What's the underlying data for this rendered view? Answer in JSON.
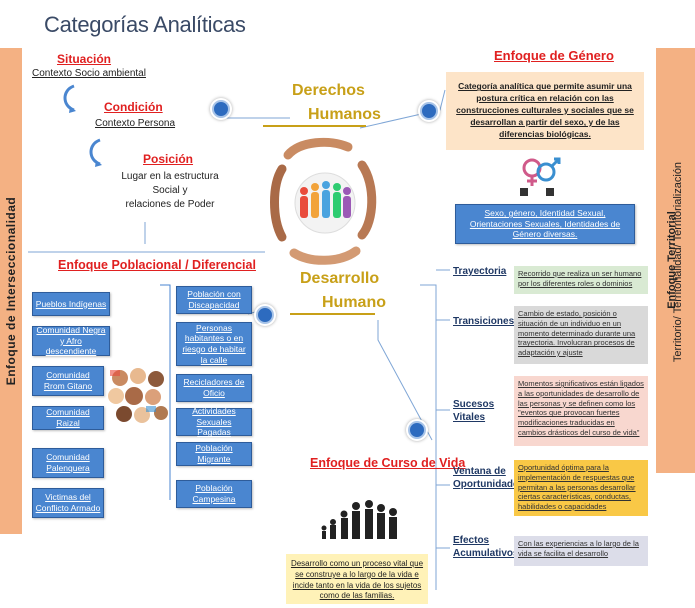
{
  "title": "Categorías Analíticas",
  "left_bar": "Enfoque de Interseccionalidad",
  "right_bar": {
    "line1": "Enfoque Territorial",
    "line2": "Territorio/ Territorialidad/ Territorialización"
  },
  "intersection": {
    "situacion": {
      "label": "Situación",
      "text": "Contexto Socio ambiental"
    },
    "condicion": {
      "label": "Condición",
      "text": "Contexto Persona"
    },
    "posicion": {
      "label": "Posición",
      "text_line1": "Lugar en la estructura Social y",
      "text_line2": "relaciones de Poder"
    }
  },
  "derechos": {
    "line1": "Derechos",
    "line2": "Humanos"
  },
  "desarrollo": {
    "line1": "Desarrollo",
    "line2": "Humano"
  },
  "genero": {
    "title": "Enfoque de Género",
    "description": "Categoría analítica que permite asumir una postura crítica en relación con las construcciones culturales y sociales que se desarrollan a partir del sexo, y de las diferencias biológicas.",
    "box": "Sexo, género, Identidad Sexual, Orientaciones Sexuales, Identidades de Género diversas."
  },
  "poblacional": {
    "title": "Enfoque Poblacional / Diferencial",
    "left_items": [
      "Pueblos Indígenas",
      "Comunidad Negra y Afro descendiente",
      "Comunidad Rrom Gitano",
      "Comunidad Raizal",
      "Comunidad Palenquera",
      "Victimas del Conflicto Armado"
    ],
    "right_items": [
      "Población con Discapacidad",
      "Personas habitantes o en riesgo de habitar la calle",
      "Recicladores de Oficio",
      "Actividades Sexuales Pagadas",
      "Población Migrante",
      "Población Campesina"
    ]
  },
  "curso_vida": {
    "title": "Enfoque de Curso de Vida",
    "description": "Desarrollo como un proceso vital que se construye a lo largo de la vida e incide tanto en la vida de los sujetos como de las familias."
  },
  "stages": [
    {
      "label": "Trayectoria",
      "text": "Recorrido que realiza un ser humano por los diferentes roles o dominios"
    },
    {
      "label": "Transiciones",
      "text": "Cambio de estado, posición o situación de un individuo en un momento determinado durante una trayectoria. Involucran procesos de adaptación y ajuste"
    },
    {
      "label": "Sucesos Vitales",
      "text": "Momentos significativos están ligados a las oportunidades de desarrollo de las personas y se definen como los \"eventos que provocan fuertes modificaciones traducidas en cambios drásticos del curso de vida\""
    },
    {
      "label": "Ventana de Oportunidades",
      "text": "Oportunidad óptima para la implementación de respuestas que permitan a las personas desarrollar ciertas características, conductas, habilidades o capacidades"
    },
    {
      "label": "Efectos Acumulativos",
      "text": "Con las experiencias a lo largo de la vida se facilita el desarrollo"
    }
  ],
  "colors": {
    "red": "#e02020",
    "gold": "#c8a018",
    "blue_box": "#4a86d0",
    "side_bars": "#f4b183",
    "node": "#2d6bbf"
  },
  "icons": [
    "hands-people-icon",
    "gender-symbols-icon",
    "life-stages-silhouette-icon",
    "diverse-faces-icon",
    "curved-arrow-icon"
  ]
}
